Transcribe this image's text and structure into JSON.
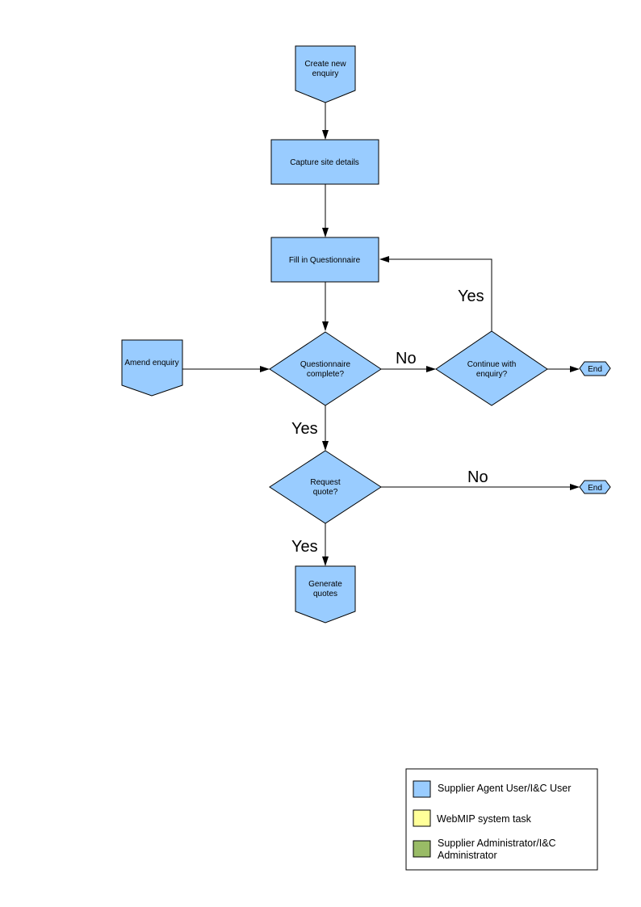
{
  "colors": {
    "agent": "#99ccff",
    "system": "#ffff99",
    "admin": "#99bb66",
    "stroke": "#000000",
    "line": "#000000"
  },
  "nodes": {
    "create_enquiry": {
      "lines": [
        "Create new",
        "enquiry"
      ]
    },
    "capture_site": {
      "lines": [
        "Capture site details"
      ]
    },
    "fill_questionnaire": {
      "lines": [
        "Fill in Questionnaire"
      ]
    },
    "amend_enquiry": {
      "lines": [
        "Amend enquiry"
      ]
    },
    "questionnaire_complete": {
      "lines": [
        "Questionnaire",
        "complete?"
      ]
    },
    "continue_enquiry": {
      "lines": [
        "Continue with",
        "enquiry?"
      ]
    },
    "end_1": {
      "lines": [
        "End"
      ]
    },
    "request_quote": {
      "lines": [
        "Request",
        "quote?"
      ]
    },
    "end_2": {
      "lines": [
        "End"
      ]
    },
    "generate_quotes": {
      "lines": [
        "Generate",
        "quotes"
      ]
    }
  },
  "edge_labels": {
    "continue_yes": "Yes",
    "complete_no": "No",
    "complete_yes": "Yes",
    "quote_no": "No",
    "quote_yes": "Yes"
  },
  "legend": {
    "agent": "Supplier Agent User/I&C User",
    "system": "WebMIP system task",
    "admin_line1": "Supplier Administrator/I&C",
    "admin_line2": "Administrator"
  }
}
